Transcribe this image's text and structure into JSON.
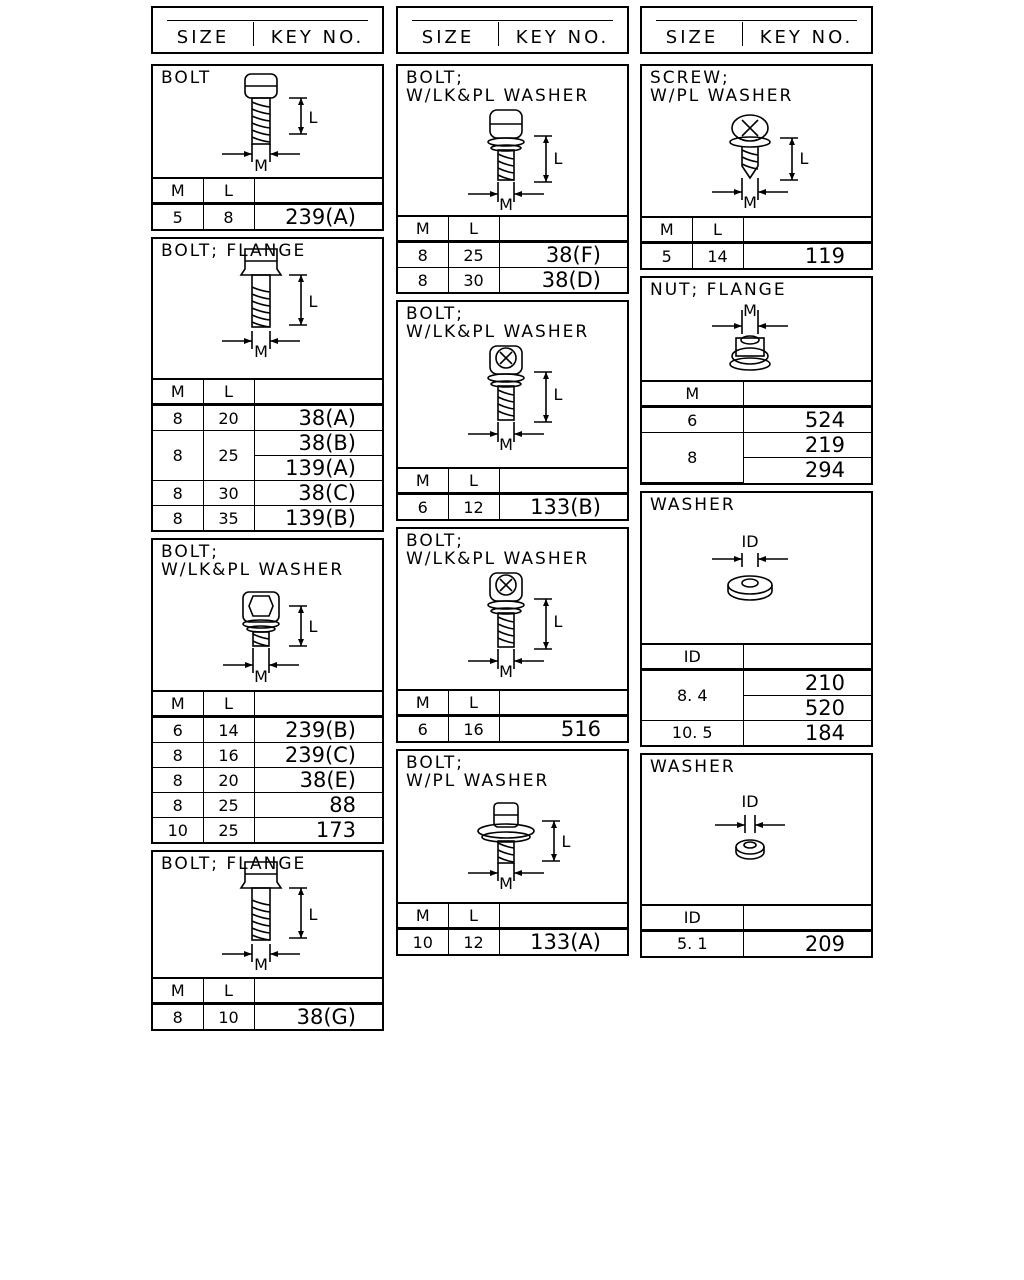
{
  "header": {
    "size_label": "SIZE",
    "key_label": "KEY NO."
  },
  "columns": [
    {
      "panels": [
        {
          "title": "BOLT",
          "pic_h": 111,
          "fig": "bolt-hex",
          "dims": [
            "L",
            "M"
          ],
          "headers": [
            "M",
            "L"
          ],
          "rows": [
            {
              "m": "5",
              "l": "8",
              "keys": [
                "239(A)"
              ]
            }
          ]
        },
        {
          "title": "BOLT; FLANGE",
          "pic_h": 139,
          "fig": "bolt-flange",
          "dims": [
            "L",
            "M"
          ],
          "headers": [
            "M",
            "L"
          ],
          "rows": [
            {
              "m": "8",
              "l": "20",
              "keys": [
                "38(A)"
              ]
            },
            {
              "m": "8",
              "l": "25",
              "keys": [
                "38(B)",
                "139(A)"
              ]
            },
            {
              "m": "8",
              "l": "30",
              "keys": [
                "38(C)"
              ]
            },
            {
              "m": "8",
              "l": "35",
              "keys": [
                "139(B)"
              ]
            }
          ]
        },
        {
          "title": "BOLT;\nW/LK&PL WASHER",
          "pic_h": 150,
          "fig": "bolt-socket-washer",
          "dims": [
            "L",
            "M"
          ],
          "headers": [
            "M",
            "L"
          ],
          "rows": [
            {
              "m": "6",
              "l": "14",
              "keys": [
                "239(B)"
              ]
            },
            {
              "m": "8",
              "l": "16",
              "keys": [
                "239(C)"
              ]
            },
            {
              "m": "8",
              "l": "20",
              "keys": [
                "38(E)"
              ]
            },
            {
              "m": "8",
              "l": "25",
              "keys": [
                "88"
              ]
            },
            {
              "m": "10",
              "l": "25",
              "keys": [
                "173"
              ]
            }
          ]
        },
        {
          "title": "BOLT; FLANGE",
          "pic_h": 125,
          "fig": "bolt-flange-long",
          "dims": [
            "L",
            "M"
          ],
          "headers": [
            "M",
            "L"
          ],
          "rows": [
            {
              "m": "8",
              "l": "10",
              "keys": [
                "38(G)"
              ]
            }
          ]
        }
      ]
    },
    {
      "panels": [
        {
          "title": "BOLT;\nW/LK&PL WASHER",
          "pic_h": 149,
          "fig": "bolt-washer",
          "dims": [
            "L",
            "M"
          ],
          "headers": [
            "M",
            "L"
          ],
          "rows": [
            {
              "m": "8",
              "l": "25",
              "keys": [
                "38(F)"
              ]
            },
            {
              "m": "8",
              "l": "30",
              "keys": [
                "38(D)"
              ]
            }
          ]
        },
        {
          "title": "BOLT;\nW/LK&PL WASHER",
          "pic_h": 165,
          "fig": "bolt-cross-washer",
          "dims": [
            "L",
            "M"
          ],
          "headers": [
            "M",
            "L"
          ],
          "rows": [
            {
              "m": "6",
              "l": "12",
              "keys": [
                "133(B)"
              ]
            }
          ]
        },
        {
          "title": "BOLT;\nW/LK&PL WASHER",
          "pic_h": 160,
          "fig": "bolt-cross-washer",
          "dims": [
            "L",
            "M"
          ],
          "headers": [
            "M",
            "L"
          ],
          "rows": [
            {
              "m": "6",
              "l": "16",
              "keys": [
                "516"
              ]
            }
          ]
        },
        {
          "title": "BOLT;\nW/PL WASHER",
          "pic_h": 151,
          "fig": "bolt-big-washer",
          "dims": [
            "L",
            "M"
          ],
          "headers": [
            "M",
            "L"
          ],
          "rows": [
            {
              "m": "10",
              "l": "12",
              "keys": [
                "133(A)"
              ]
            }
          ]
        }
      ]
    },
    {
      "panels": [
        {
          "title": "SCREW;\nW/PL WASHER",
          "pic_h": 150,
          "fig": "screw-washer",
          "dims": [
            "L",
            "M"
          ],
          "headers": [
            "M",
            "L"
          ],
          "rows": [
            {
              "m": "5",
              "l": "14",
              "keys": [
                "119"
              ]
            }
          ]
        },
        {
          "title": "NUT; FLANGE",
          "pic_h": 102,
          "fig": "nut-flange",
          "dims": [
            "M"
          ],
          "headers": [
            "M"
          ],
          "rows": [
            {
              "m": "6",
              "keys": [
                "524"
              ]
            },
            {
              "m": "8",
              "keys": [
                "219",
                "294"
              ]
            }
          ]
        },
        {
          "title": "WASHER",
          "pic_h": 150,
          "fig": "washer",
          "dims": [
            "ID"
          ],
          "headers": [
            "ID"
          ],
          "rows": [
            {
              "m": "8. 4",
              "keys": [
                "210",
                "520"
              ]
            },
            {
              "m": "10. 5",
              "keys": [
                "184"
              ]
            }
          ]
        },
        {
          "title": "WASHER",
          "pic_h": 149,
          "fig": "washer-small",
          "dims": [
            "ID"
          ],
          "headers": [
            "ID"
          ],
          "rows": [
            {
              "m": "5. 1",
              "keys": [
                "209"
              ]
            }
          ]
        }
      ]
    }
  ]
}
